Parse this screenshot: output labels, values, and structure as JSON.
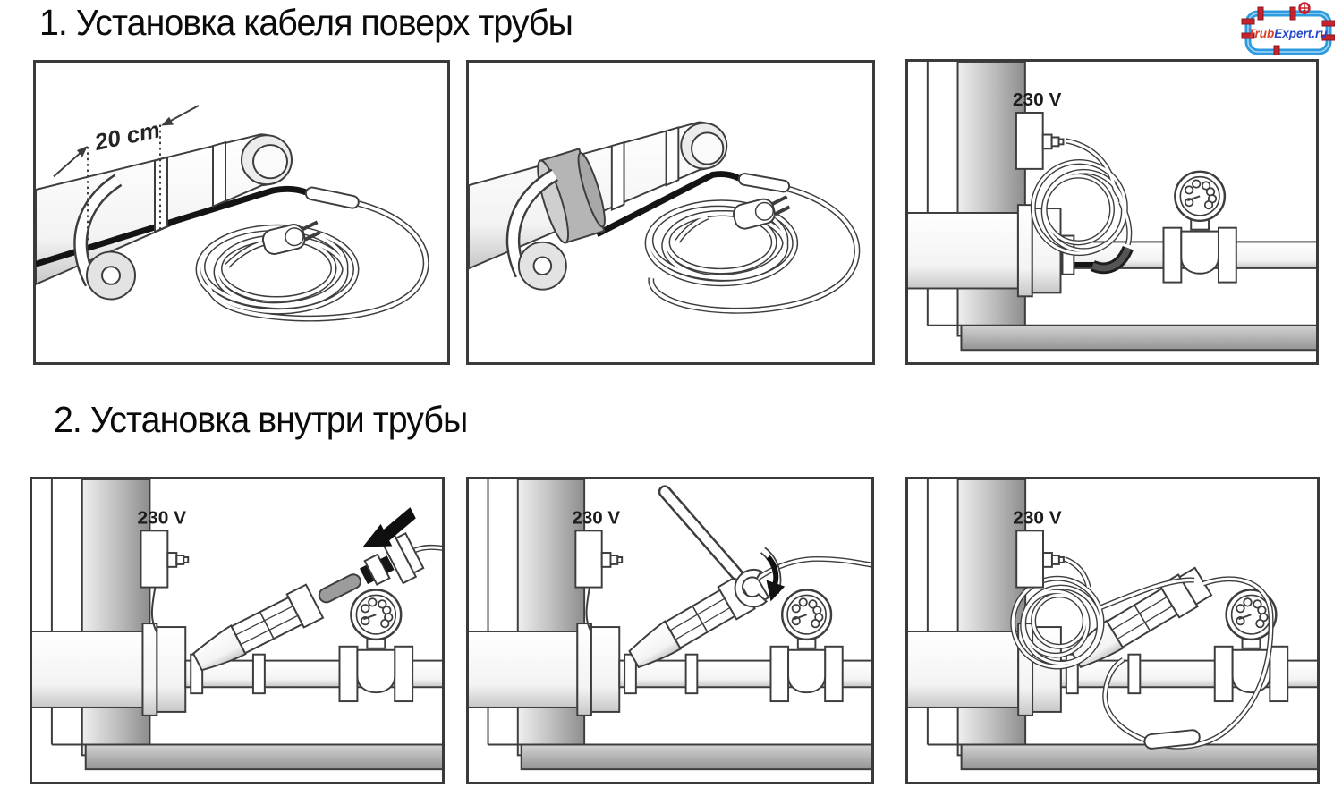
{
  "titles": {
    "section1": "1. Установка кабеля поверх трубы",
    "section2": "2. Установка внутри трубы"
  },
  "logo": {
    "part1": "Trub",
    "part2": "Expert.ru"
  },
  "annotations": {
    "dimension": "20 cm",
    "voltage": "230 V"
  },
  "colors": {
    "line": "#3d3d3d",
    "cable_black": "#141414",
    "insulation_gray": "#b5b5b5",
    "logo_pipe_blue": "#2d9bdf",
    "logo_flange_red": "#c4232d",
    "logo_text_red": "#d9402a",
    "logo_text_blue": "#2547c8"
  }
}
